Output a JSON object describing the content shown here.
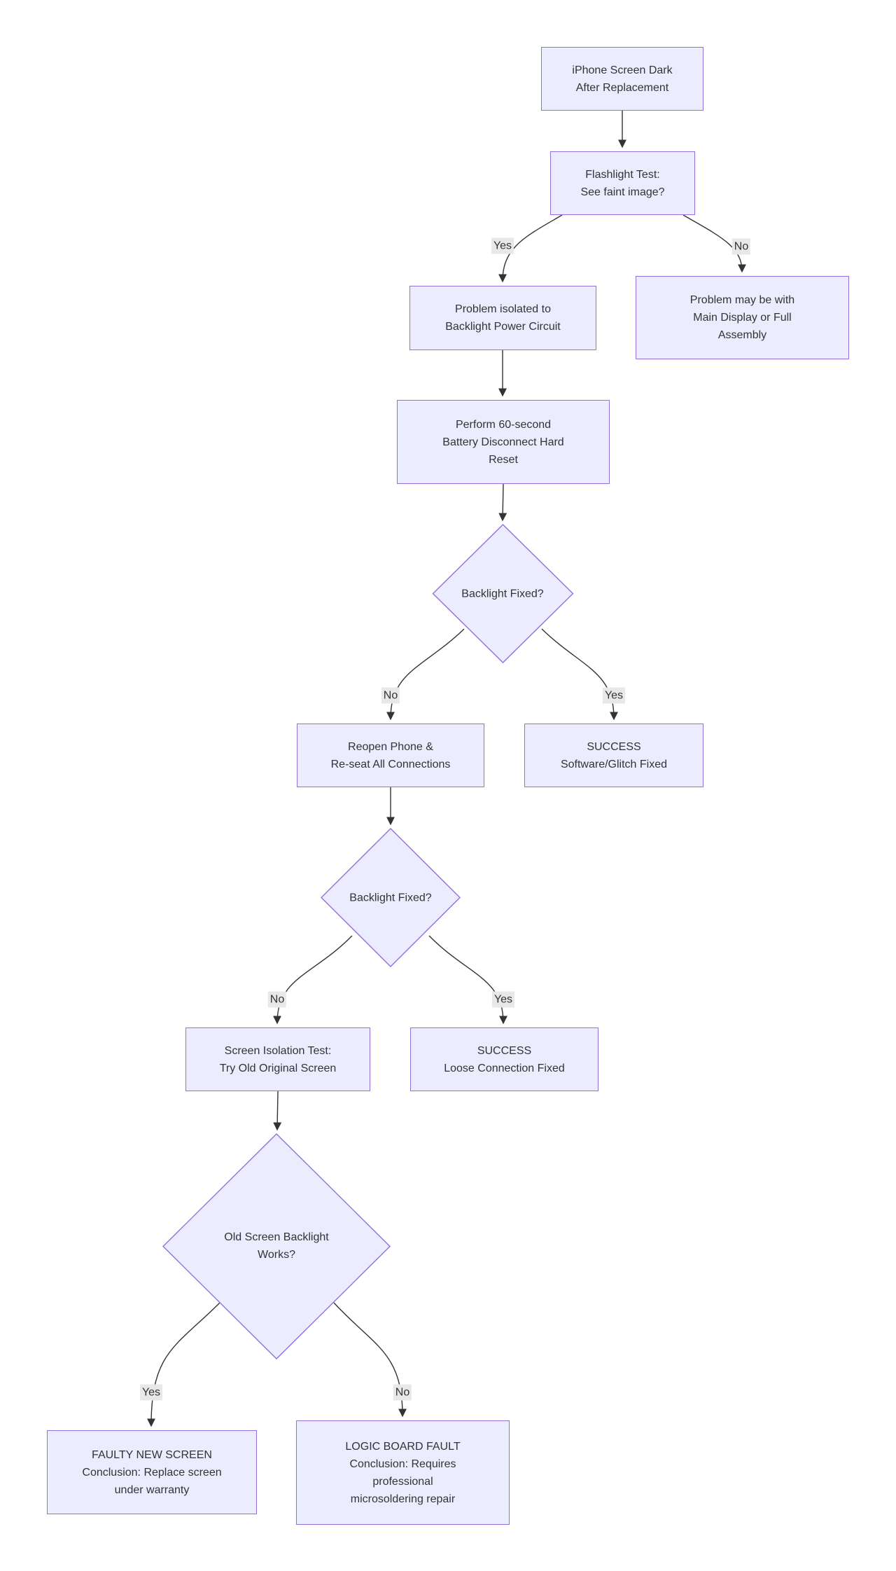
{
  "diagram": {
    "type": "flowchart",
    "direction": "top-down",
    "colors": {
      "node_fill": "#ECECFF",
      "node_border": "#9370DB",
      "edge_line": "#333333",
      "text": "#333333",
      "edge_label_bg": "#e8e8e8"
    },
    "nodes": [
      {
        "id": "start",
        "shape": "rect",
        "label": "iPhone Screen Dark\nAfter Replacement"
      },
      {
        "id": "flashlight-test",
        "shape": "rect",
        "label": "Flashlight Test:\nSee faint image?"
      },
      {
        "id": "backlight-circuit",
        "shape": "rect",
        "label": "Problem isolated to\nBacklight Power Circuit"
      },
      {
        "id": "main-display",
        "shape": "rect",
        "label": "Problem may be with\nMain Display or Full\nAssembly"
      },
      {
        "id": "hard-reset",
        "shape": "rect",
        "label": "Perform 60-second\nBattery Disconnect Hard\nReset"
      },
      {
        "id": "backlight-fixed-1",
        "shape": "diamond",
        "label": "Backlight Fixed?"
      },
      {
        "id": "reseat-connections",
        "shape": "rect",
        "label": "Reopen Phone &\nRe-seat All Connections"
      },
      {
        "id": "success-software",
        "shape": "rect",
        "label": "SUCCESS\nSoftware/Glitch Fixed"
      },
      {
        "id": "backlight-fixed-2",
        "shape": "diamond",
        "label": "Backlight Fixed?"
      },
      {
        "id": "screen-isolation",
        "shape": "rect",
        "label": "Screen Isolation Test:\nTry Old Original Screen"
      },
      {
        "id": "success-loose",
        "shape": "rect",
        "label": "SUCCESS\nLoose Connection Fixed"
      },
      {
        "id": "old-screen-works",
        "shape": "diamond",
        "label": "Old Screen Backlight\nWorks?"
      },
      {
        "id": "faulty-new-screen",
        "shape": "rect",
        "label": "FAULTY NEW SCREEN\nConclusion: Replace screen\nunder warranty"
      },
      {
        "id": "logic-board-fault",
        "shape": "rect",
        "label": "LOGIC BOARD FAULT\nConclusion: Requires\nprofessional\nmicrosoldering repair"
      }
    ],
    "edges": [
      {
        "from": "start",
        "to": "flashlight-test",
        "label": ""
      },
      {
        "from": "flashlight-test",
        "to": "backlight-circuit",
        "label": "Yes"
      },
      {
        "from": "flashlight-test",
        "to": "main-display",
        "label": "No"
      },
      {
        "from": "backlight-circuit",
        "to": "hard-reset",
        "label": ""
      },
      {
        "from": "hard-reset",
        "to": "backlight-fixed-1",
        "label": ""
      },
      {
        "from": "backlight-fixed-1",
        "to": "reseat-connections",
        "label": "No"
      },
      {
        "from": "backlight-fixed-1",
        "to": "success-software",
        "label": "Yes"
      },
      {
        "from": "reseat-connections",
        "to": "backlight-fixed-2",
        "label": ""
      },
      {
        "from": "backlight-fixed-2",
        "to": "screen-isolation",
        "label": "No"
      },
      {
        "from": "backlight-fixed-2",
        "to": "success-loose",
        "label": "Yes"
      },
      {
        "from": "screen-isolation",
        "to": "old-screen-works",
        "label": ""
      },
      {
        "from": "old-screen-works",
        "to": "faulty-new-screen",
        "label": "Yes"
      },
      {
        "from": "old-screen-works",
        "to": "logic-board-fault",
        "label": "No"
      }
    ]
  }
}
